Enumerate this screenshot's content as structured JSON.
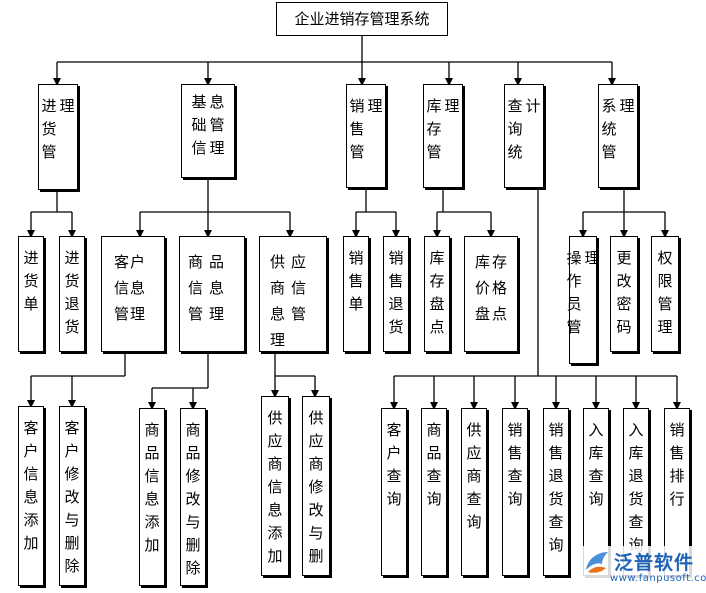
{
  "root": "企业进销存管理系统",
  "modules": [
    {
      "label": "进货管理"
    },
    {
      "label": "基础信息管理"
    },
    {
      "label": "销售管理"
    },
    {
      "label": "库存管理"
    },
    {
      "label": "查询统计"
    },
    {
      "label": "系统管理"
    }
  ],
  "level2": {
    "purchase": [
      "进货单",
      "进货退货"
    ],
    "basic": [
      "客户信息管理",
      "商品信息管理",
      "供应商信息管理"
    ],
    "sales": [
      "销售单",
      "销售退货"
    ],
    "inventory": [
      "库存盘点",
      "库存价格盘点"
    ],
    "system": [
      "操作员管理",
      "更改密码",
      "权限管理"
    ]
  },
  "level3": {
    "customer": [
      "客户信息添加",
      "客户修改与删除"
    ],
    "product": [
      "商品信息添加",
      "商品修改与删除"
    ],
    "supplier": [
      "供应商信息添加",
      "供应商修改与删"
    ],
    "query": [
      "客户查询",
      "商品查询",
      "供应商查询",
      "销售查询",
      "销售退货查询",
      "入库查询",
      "入库退货查询",
      "销售排行"
    ]
  },
  "watermark": {
    "brand": "泛普软件",
    "url": "www.fanpusoft.com"
  },
  "colors": {
    "line": "#000000",
    "brand": "#1f63b6"
  }
}
